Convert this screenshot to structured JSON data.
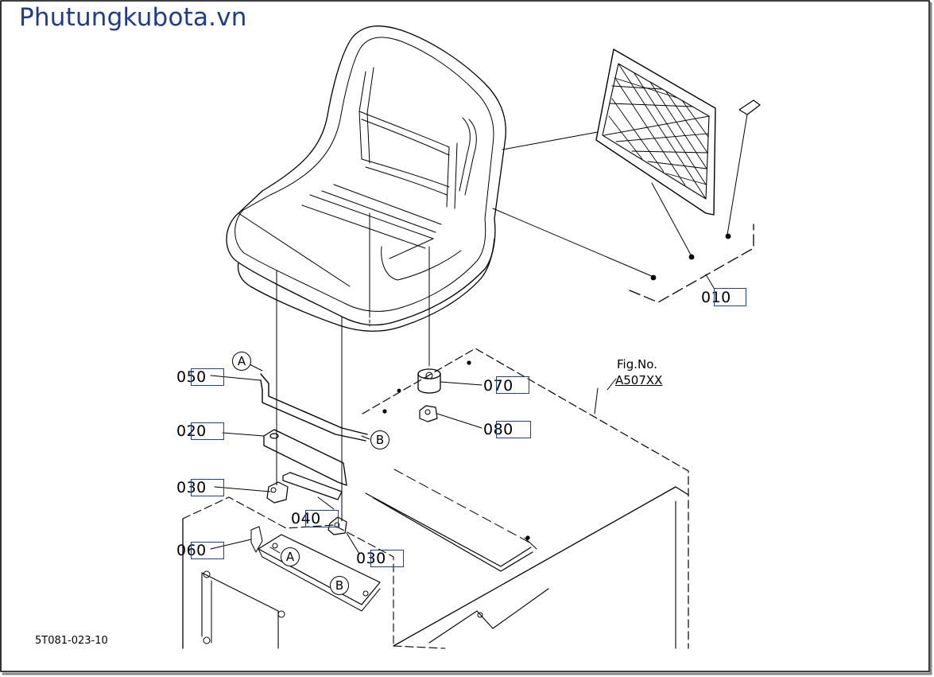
{
  "header": {
    "site_title": "Phutungkubota.vn",
    "title_color": "#1f3a93"
  },
  "diagram": {
    "fig_no_label": "Fig.No.",
    "fig_no_value": "A507XX",
    "drawing_code": "5T081-023-10",
    "parts": [
      {
        "ref": "010"
      },
      {
        "ref": "050"
      },
      {
        "ref": "070"
      },
      {
        "ref": "020"
      },
      {
        "ref": "080"
      },
      {
        "ref": "030"
      },
      {
        "ref": "040"
      },
      {
        "ref": "060"
      },
      {
        "ref": "030"
      }
    ],
    "markers": [
      "A",
      "B",
      "B",
      "A"
    ]
  },
  "colors": {
    "hotspot_border": "#1f3fa8",
    "line": "#000000"
  }
}
